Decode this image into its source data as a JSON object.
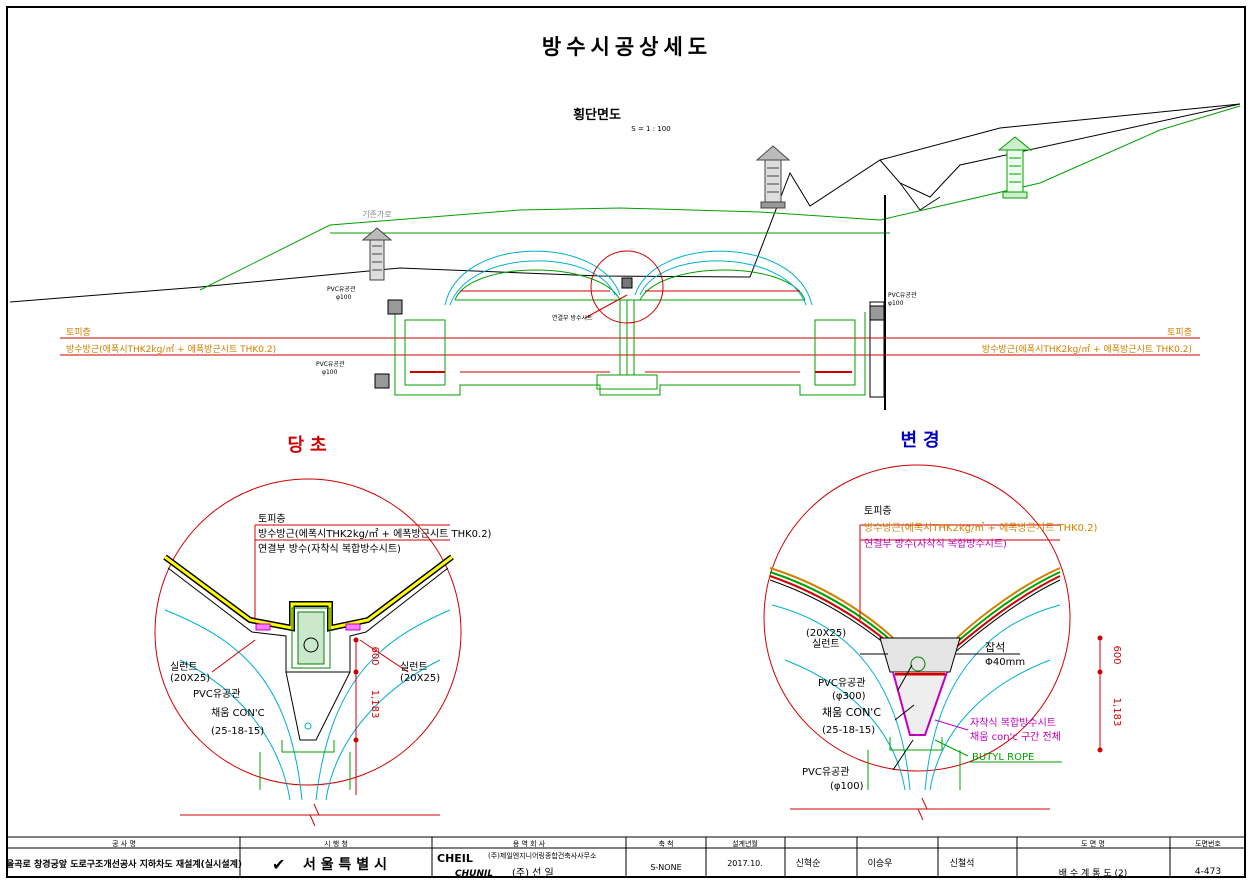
{
  "title": "방수시공상세도",
  "section": {
    "title": "횡단면도",
    "scale": "S = 1 : 100"
  },
  "labels": {
    "existing_road": "기존가로",
    "pvc_pipe_left": "PVC유공관",
    "pvc_pipe_left_dim": "φ100",
    "pvc_pipe_lower": "PVC유공관",
    "pvc_pipe_lower_dim": "φ100",
    "joint_waterproof": "연결부 방수시트",
    "soil_left": "토피층",
    "soil_right": "토피층",
    "waterproof_left": "방수방근(에폭시THK2kg/㎡ + 에폭방근시트 THK0.2)",
    "waterproof_right": "방수방근(에폭시THK2kg/㎡ + 에폭방근시트 THK0.2)",
    "pvc_right": "PVC유공관",
    "pvc_right_dim": "φ100"
  },
  "detail_before": {
    "heading": "당초",
    "heading_color": "#d00000",
    "soil": "토피층",
    "waterproof": "방수방근(에폭시THK2kg/㎡ + 에폭방근시트 THK0.2)",
    "joint": "연결부 방수(자착식 복합방수시트)",
    "sealant_left": "실런트",
    "sealant_left_dim": "(20X25)",
    "sealant_right": "실런트",
    "sealant_right_dim": "(20X25)",
    "pvc": "PVC유공관",
    "fill": "채움 CON'C",
    "fill_spec": "(25-18-15)",
    "dim_top": "600",
    "dim_total": "1,183"
  },
  "detail_after": {
    "heading": "변경",
    "heading_color": "#0000c0",
    "soil": "토피층",
    "waterproof": "방수방근(에폭시THK2kg/㎡ + 에폭방근시트 THK0.2)",
    "joint": "연결부 방수(자착식 복합방수시트)",
    "sealant": "실런트",
    "sealant_dim": "(20X25)",
    "gravel": "잡석",
    "gravel_dim": "Φ40mm",
    "pvc": "PVC유공관",
    "pvc_dim": "(φ300)",
    "fill": "채움 CON'C",
    "fill_spec": "(25-18-15)",
    "self_adhesive": "자착식 복합방수시트",
    "fill_zone": "채움 con'c 구간 전체",
    "butyl": "BUTYL ROPE",
    "pvc_lower": "PVC유공관",
    "pvc_lower_dim": "(φ100)",
    "dim_top": "600",
    "dim_total": "1,183"
  },
  "title_block": {
    "headers": [
      "공 사 명",
      "시 행 청",
      "용 역 회 사",
      "축 척",
      "설계년월",
      "",
      "",
      "",
      "도 면 명",
      "도면번호"
    ],
    "project": "을곡로 창경궁앞 도로구조개선공사 지하차도 재설계(실시설계)",
    "client": "서 울 특 별 시",
    "company_main": "CHEIL",
    "company_note": "(주)제일엔지니어링종합건축사사무소",
    "company_sub": "CHUNIL",
    "company_sub_name": "(주) 선 일",
    "scale": "S-NONE",
    "date": "2017.10.",
    "sign1": "신혁순",
    "sign2": "이승우",
    "sign3": "신철석",
    "drawing_name": "배 수 계 통 도 (2)",
    "drawing_no": "4-473"
  },
  "colors": {
    "red": "#d00000",
    "green": "#00a000",
    "cyan": "#00b0d0",
    "orange": "#d08000",
    "magenta": "#c000c0",
    "blue": "#0000c0"
  }
}
